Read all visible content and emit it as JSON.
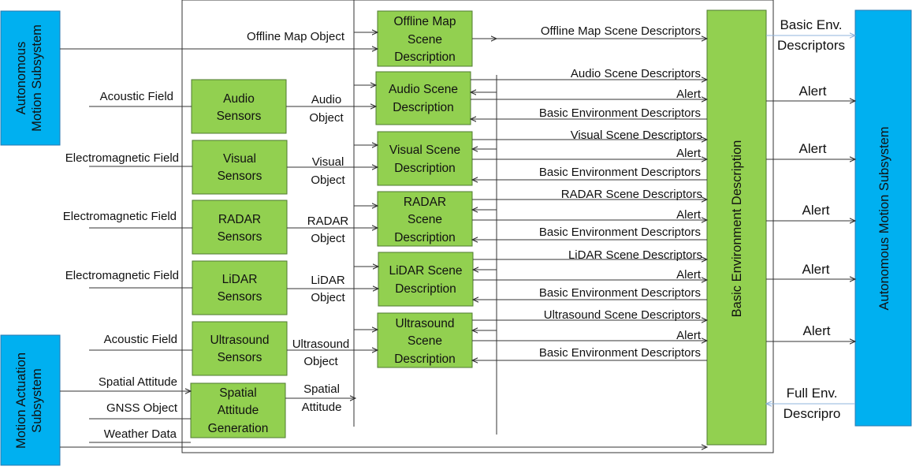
{
  "colors": {
    "green": "#92D050",
    "green_border": "#4f7a30",
    "blue": "#00B0F0",
    "blue_border": "#2a78b0",
    "line": "#333333",
    "thin_blue_arrow": "#8fb4dc"
  },
  "blocks": {
    "autonomous_motion_left": "Autonomous Motion Subsystem",
    "motion_actuation": "Motion Actuation Subsystem",
    "autonomous_motion_right": "Autonomous Motion Subsystem",
    "basic_env_description": "Basic Environment Description",
    "sensors": [
      [
        "Audio",
        "Sensors"
      ],
      [
        "Visual",
        "Sensors"
      ],
      [
        "RADAR",
        "Sensors"
      ],
      [
        "LiDAR",
        "Sensors"
      ],
      [
        "Ultrasound",
        "Sensors"
      ]
    ],
    "spatial_attitude_generation": [
      "Spatial",
      "Attitude",
      "Generation"
    ],
    "scene_descriptions": [
      [
        "Offline Map",
        "Scene",
        "Description"
      ],
      [
        "Audio Scene",
        "Description"
      ],
      [
        "Visual Scene",
        "Description"
      ],
      [
        "RADAR",
        "Scene",
        "Description"
      ],
      [
        "LiDAR Scene",
        "Description"
      ],
      [
        "Ultrasound",
        "Scene",
        "Description"
      ]
    ]
  },
  "inputs": {
    "offline_map_object": "Offline Map Object",
    "acoustic_field_1": "Acoustic Field",
    "em_field_visual": "Electromagnetic Field",
    "em_field_radar": "Electromagnetic Field",
    "em_field_lidar": "Electromagnetic Field",
    "acoustic_field_2": "Acoustic Field",
    "spatial_attitude_in": "Spatial Attitude",
    "gnss_object": "GNSS Object",
    "weather_data": "Weather Data"
  },
  "objects": {
    "audio": [
      "Audio",
      "Object"
    ],
    "visual": [
      "Visual",
      "Object"
    ],
    "radar": [
      "RADAR",
      "Object"
    ],
    "lidar": [
      "LiDAR",
      "Object"
    ],
    "ultrasound": [
      "Ultrasound",
      "Object"
    ],
    "spatial": [
      "Spatial",
      "Attitude"
    ]
  },
  "descriptors": {
    "offline_map": "Offline Map Scene Descriptors",
    "rows": [
      {
        "scene": "Audio Scene Descriptors",
        "alert": "Alert",
        "basic": "Basic Environment Descriptors"
      },
      {
        "scene": "Visual Scene Descriptors",
        "alert": "Alert",
        "basic": "Basic Environment Descriptors"
      },
      {
        "scene": "RADAR Scene Descriptors",
        "alert": "Alert",
        "basic": "Basic Environment Descriptors"
      },
      {
        "scene": "LiDAR Scene Descriptors",
        "alert": "Alert",
        "basic": "Basic Environment Descriptors"
      },
      {
        "scene": "Ultrasound Scene Descriptors",
        "alert": "Alert",
        "basic": "Basic Environment Descriptors"
      }
    ]
  },
  "outputs": {
    "basic_env": [
      "Basic Env.",
      "Descriptors"
    ],
    "alerts": [
      "Alert",
      "Alert",
      "Alert",
      "Alert",
      "Alert"
    ],
    "full_env": [
      "Full Env.",
      "Descripro"
    ]
  }
}
